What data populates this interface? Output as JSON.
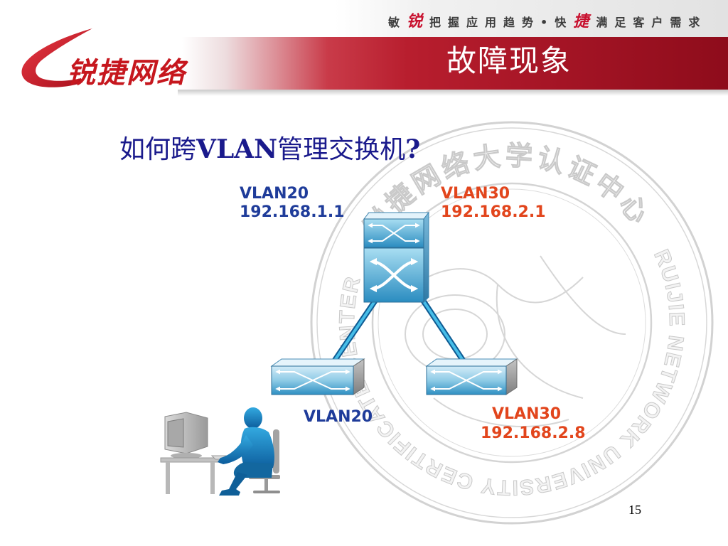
{
  "header": {
    "slogan": [
      "敏",
      "锐",
      "把握应用趋势",
      "•",
      "快",
      "捷",
      "满足客户需求"
    ],
    "logo_text": "锐捷网络",
    "title": "故障现象"
  },
  "question": {
    "prefix": "如何跨",
    "term": "VLAN",
    "suffix": "管理交换机",
    "mark": "?"
  },
  "labels": {
    "core_vlan20": {
      "vlan": "VLAN20",
      "ip": "192.168.1.1"
    },
    "core_vlan30": {
      "vlan": "VLAN30",
      "ip": "192.168.2.1"
    },
    "access_left": {
      "vlan": "VLAN20"
    },
    "access_right": {
      "vlan": "VLAN30",
      "ip": "192.168.2.8"
    }
  },
  "watermark": {
    "chinese": "锐捷网络大学认证中心",
    "english": "RUIJIE NETWORK UNIVERSITY CERTIFICATE CENTER"
  },
  "page_number": "15",
  "icons": {
    "logo": "ruijie-swoosh-icon",
    "core": "multilayer-switch-icon",
    "access": "switch-icon",
    "host": "computer-icon",
    "user": "person-icon"
  },
  "colors": {
    "brand_red": "#c6171e",
    "title_band": "#b81e2e",
    "title_text": "#ffffff",
    "question_text": "#1a1a8c",
    "vlan20_label": "#1f3c9a",
    "vlan30_label": "#e2451c",
    "link": "#46bde8",
    "watermark": "#c9c9c9"
  }
}
